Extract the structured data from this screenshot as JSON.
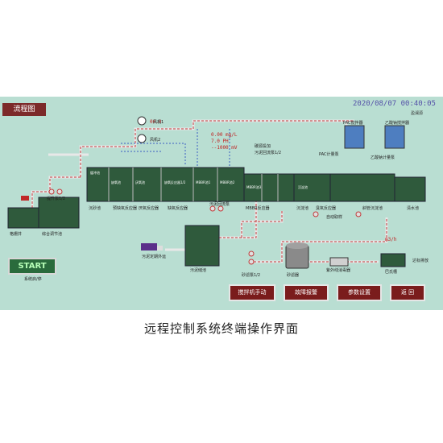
{
  "screen": {
    "tab_label": "流程图",
    "datetime": "2020/08/07  00:40:05",
    "brand": "盈澜源",
    "start_label": "START",
    "start_sub": "系统启/停",
    "readouts": [
      "0.00  mg/L",
      "7.0   PH",
      "--1000  mV"
    ],
    "flow_readout": "m3/h",
    "small_readout": "00.0"
  },
  "process": {
    "sump": "格栅井",
    "lift_pump": "提升泵1/2",
    "equalization": "综合调节池",
    "grit": "沉砂池",
    "pre_anoxic": "预缺氧反应器",
    "anaerobic": "厌氧反应器",
    "anoxic": "缺氧反应器",
    "mbr": "MBBR反应器",
    "filter": "沉淀池",
    "ozone": "臭氧反应器",
    "fine_settle": "斜管沉淀池",
    "clear": "清水池",
    "sludge": "污泥储池",
    "sludge_pump": "污泥回流泵",
    "sludge_truck": "污泥定期外运",
    "sand_filter": "砂滤器",
    "sand_pump": "砂滤泵1/2",
    "uv": "紫外线消毒器",
    "discharge_pool": "巴氏槽",
    "outlet": "达标排放",
    "pac_tank": "PAC搅拌器",
    "pam_tank": "乙酸钠搅拌器",
    "pac_pump": "PAC计量泵",
    "pam_pump": "乙酸钠计量泵",
    "blower1": "风机1",
    "blower2": "风机2",
    "auto_sample": "自动取样",
    "lift_pump2": "提升泵1/2",
    "return_pump": "污泥回流泵1/2",
    "dose": "碳源投加",
    "inside_labels": [
      "缓冲池",
      "缺氧池",
      "厌氧池",
      "缺氧反应器1/2",
      "MBBR池1",
      "MBBR池2",
      "MBBR池3",
      "沉淀池"
    ]
  },
  "buttons": {
    "mixer_manual": "搅拌机手动",
    "fault_alarm": "故障报警",
    "param_settings": "参数设置",
    "back": "返  回"
  },
  "caption": "远程控制系统终端操作界面"
}
